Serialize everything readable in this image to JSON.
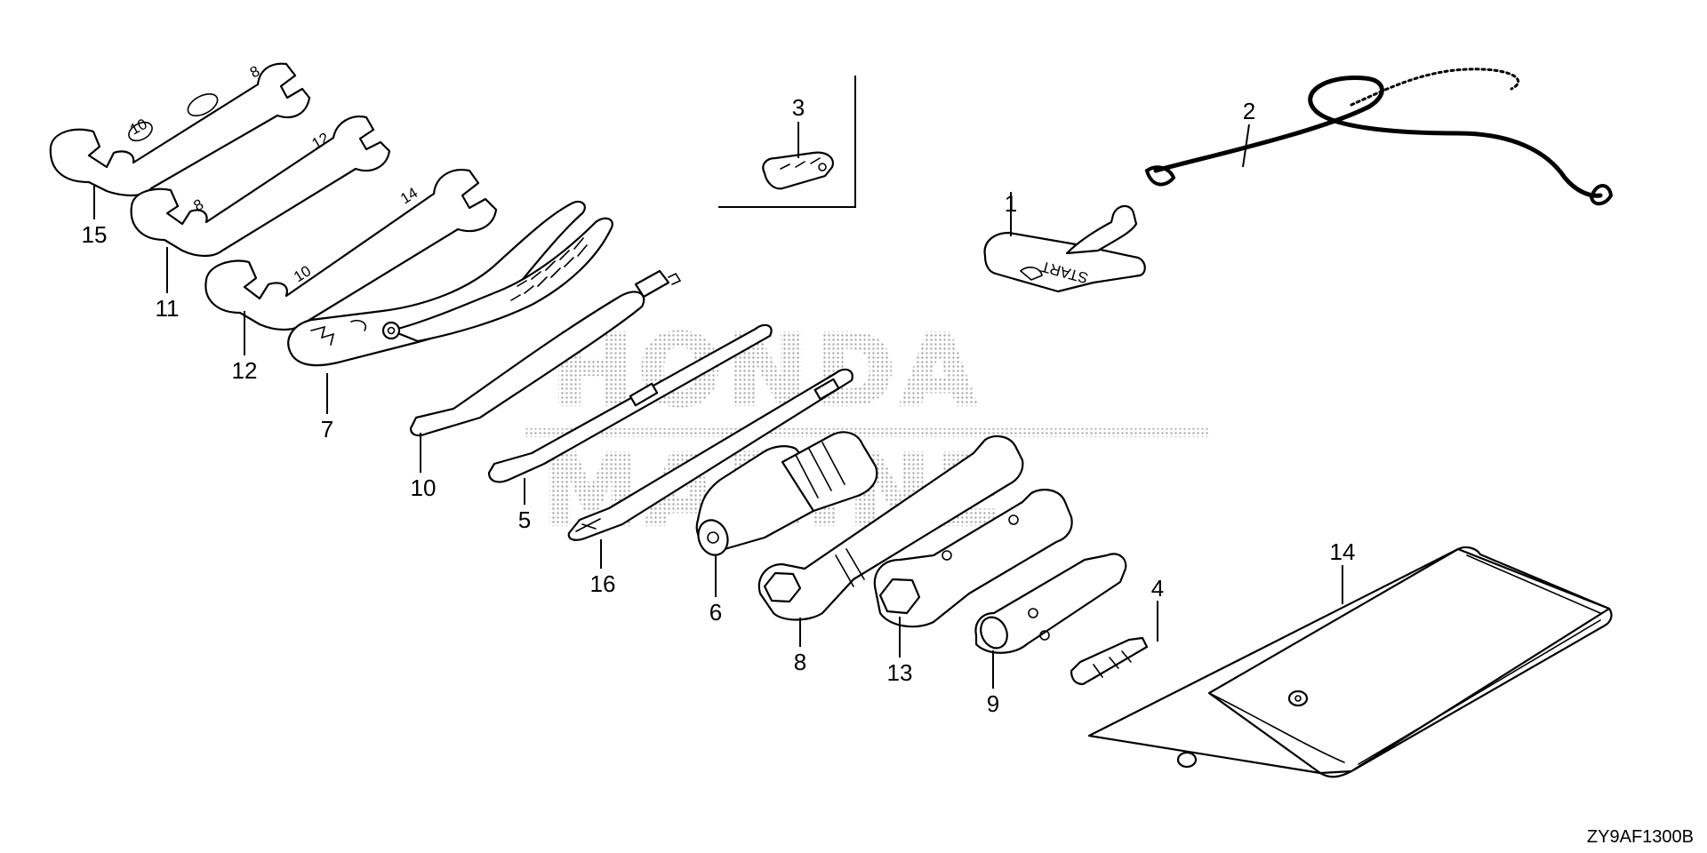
{
  "watermark": {
    "line1": "HONDA",
    "line2": "MARINE"
  },
  "diagram_code": "ZY9AF1300B",
  "stamps": {
    "wrench_15_a": "10",
    "wrench_15_b": "8",
    "wrench_11_a": "8",
    "wrench_11_b": "12",
    "wrench_12_a": "10",
    "wrench_12_b": "14",
    "grip_text": "START"
  },
  "callouts": [
    {
      "id": "callout-1",
      "label": "1"
    },
    {
      "id": "callout-2",
      "label": "2"
    },
    {
      "id": "callout-3",
      "label": "3"
    },
    {
      "id": "callout-4",
      "label": "4"
    },
    {
      "id": "callout-5",
      "label": "5"
    },
    {
      "id": "callout-6",
      "label": "6"
    },
    {
      "id": "callout-7",
      "label": "7"
    },
    {
      "id": "callout-8",
      "label": "8"
    },
    {
      "id": "callout-9",
      "label": "9"
    },
    {
      "id": "callout-10",
      "label": "10"
    },
    {
      "id": "callout-11",
      "label": "11"
    },
    {
      "id": "callout-12",
      "label": "12"
    },
    {
      "id": "callout-13",
      "label": "13"
    },
    {
      "id": "callout-14",
      "label": "14"
    },
    {
      "id": "callout-15",
      "label": "15"
    },
    {
      "id": "callout-16",
      "label": "16"
    }
  ]
}
